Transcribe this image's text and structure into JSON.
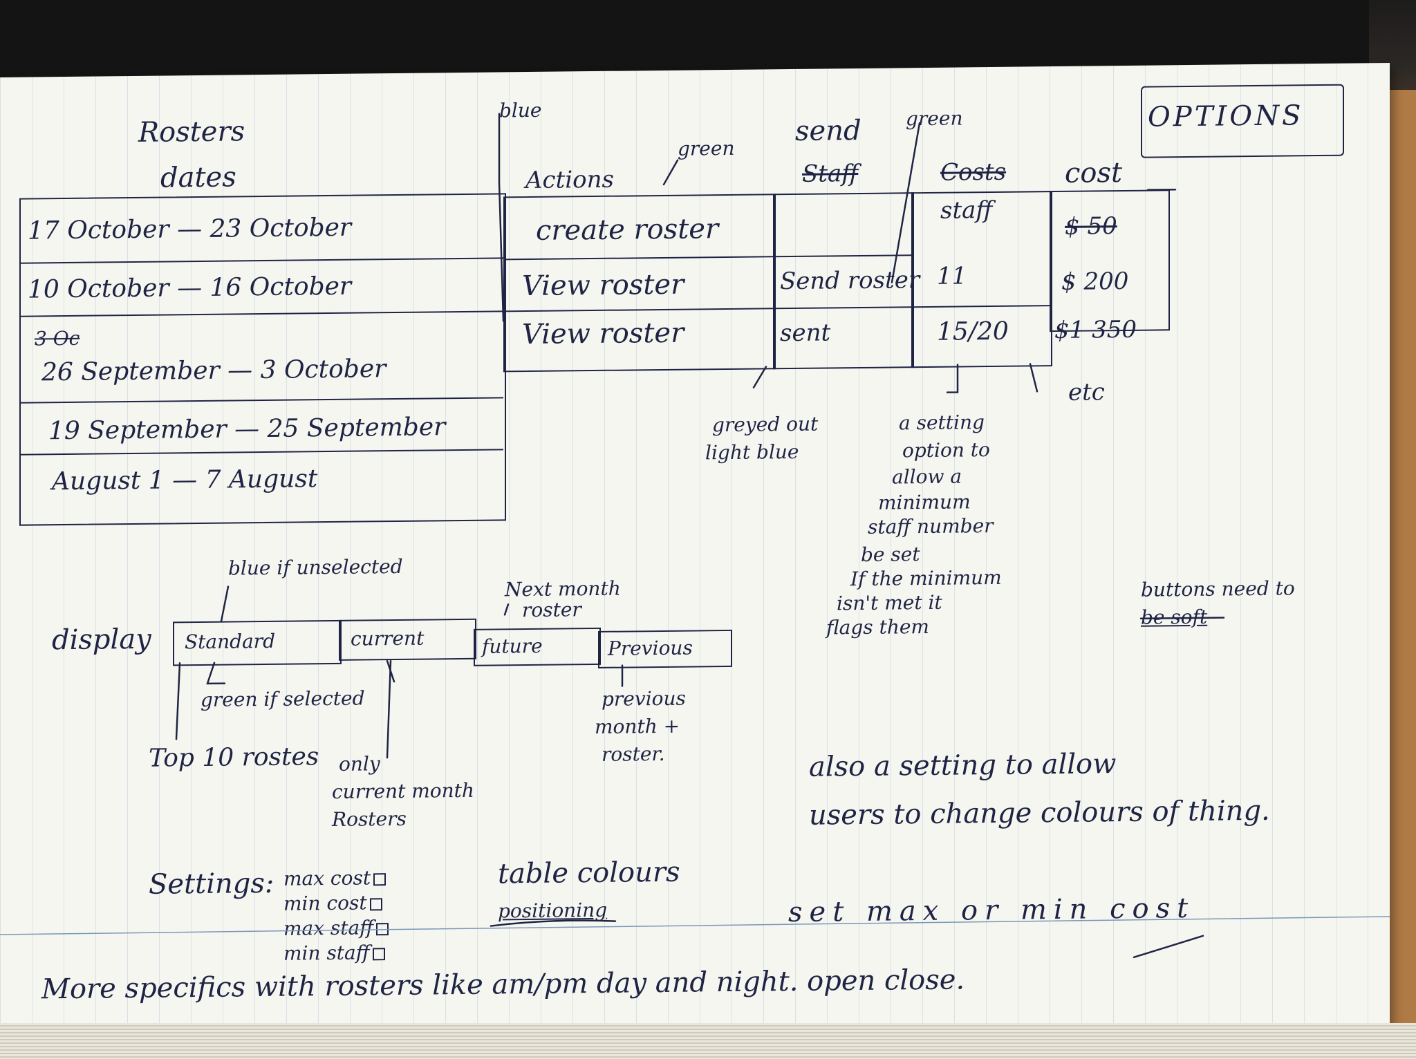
{
  "sketch": {
    "rosters_title": "Rosters",
    "dates_label": "dates",
    "date_rows": [
      "17 October — 23 October",
      "10 October — 16 October",
      "26 September — 3 October",
      "19 September — 25 September",
      "August 1 — 7 August"
    ],
    "crossed_date_fragment": "3 Oc",
    "blue_note": "blue",
    "actions_header": "Actions",
    "green_note_actions": "green",
    "actions": [
      "create roster",
      "View roster",
      "View roster"
    ],
    "send_header": "send",
    "send_header_struck": "Staff",
    "send_cells": [
      "",
      "Send roster",
      "sent"
    ],
    "green_note_send": "green",
    "costs_struck": "Costs",
    "staff_header": "staff",
    "staff_cells": [
      "11",
      "15/20"
    ],
    "cost_header": "cost",
    "cost_cells": [
      "$ 50",
      "$ 200",
      "$1 350",
      "etc"
    ],
    "options_title": "OPTIONS",
    "greyed_note": [
      "greyed out",
      "light blue"
    ],
    "setting_note": [
      "a setting",
      "option to",
      "allow a",
      "minimum",
      "staff number",
      "be set",
      "If the minimum",
      "isn't met it",
      "flags them"
    ],
    "blue_if_unselected": "blue if unselected",
    "display_label": "display",
    "display_tabs": [
      "Standard",
      "current",
      "future",
      "Previous"
    ],
    "next_month_note": [
      "Next month",
      "roster"
    ],
    "green_if_selected": "green if selected",
    "top10_note": "Top 10 rostes",
    "current_note": [
      "only",
      "current month",
      "Rosters"
    ],
    "previous_note": [
      "previous",
      "month +",
      "roster."
    ],
    "buttons_soft_note": [
      "buttons need to",
      "be soft"
    ],
    "colours_setting_note": [
      "also a setting to allow",
      "users to change colours of thing."
    ],
    "settings_label": "Settings:",
    "settings_items": [
      "max cost",
      "min cost",
      "max staff",
      "min staff"
    ],
    "table_colours": "table colours",
    "positioning": "positioning",
    "set_cost_note": "set max or min cost",
    "more_specifics": "More specifics with rosters like am/pm day and night. open close."
  }
}
